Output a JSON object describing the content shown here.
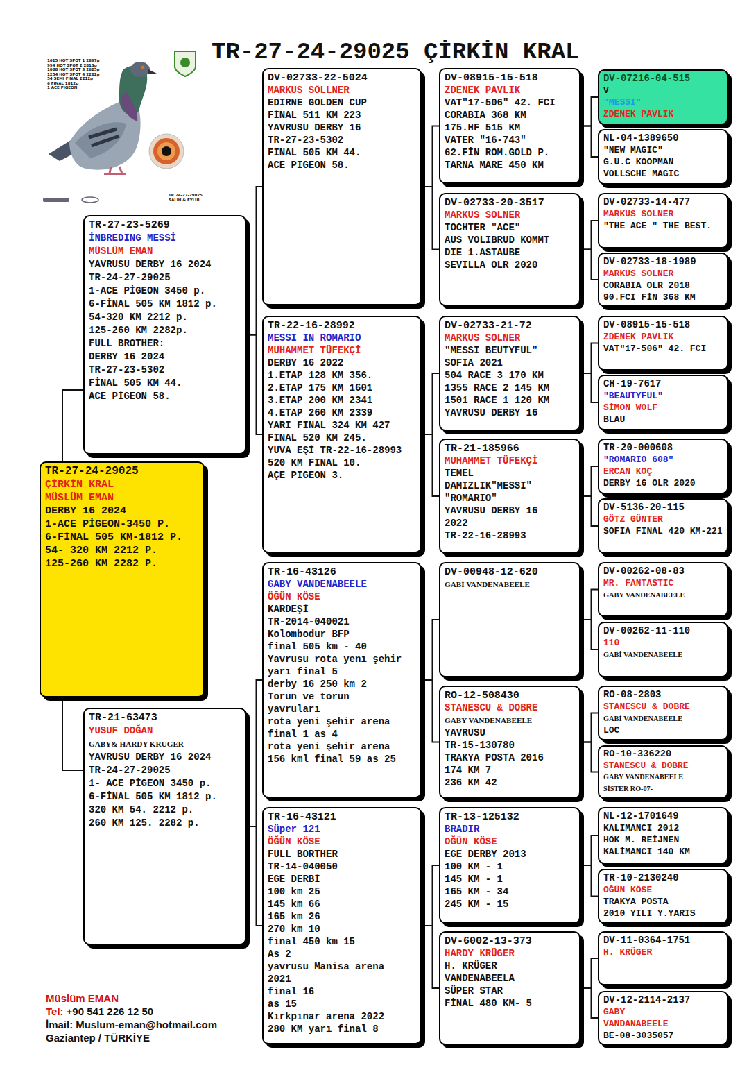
{
  "diagram": {
    "title": "TR-27-24-29025 ÇİRKİN KRAL",
    "nodes": [
      {
        "text": [
          "TR-27-24-29025",
          "ÇİRKİN KRAL",
          "MÜSLÜM EMAN",
          "DERBY 16 2024",
          "1-ACE PİGEON-3450 P.",
          "6-FİNAL 505 KM-1812 P.",
          "54- 320 KM 2212 P.",
          "125-260 KM 2282 P."
        ]
      },
      {
        "text": [
          "TR-27-23-5269",
          "İNBREDING MESSİ",
          "MÜSLÜM EMAN",
          "YAVRUSU DERBY 16 2024",
          "TR-24-27-29025",
          "1-ACE PİGEON 3450 p.",
          "6-FİNAL 505 KM 1812 p.",
          "54-320 KM 2212 p.",
          "125-260 KM 2282p.",
          "FULL BROTHER:",
          "DERBY 16 2024",
          "TR-27-23-5302",
          "FİNAL 505 KM 44.",
          "ACE PİGEON 58."
        ]
      },
      {
        "text": [
          "TR-21-63473",
          "YUSUF DOĞAN",
          "GABY& HARDY KRUGER",
          "YAVRUSU DERBY 16 2024",
          "TR-24-27-29025",
          "1- ACE PİGEON 3450 p.",
          "6-FİNAL 505 KM 1812 p.",
          "320 KM 54. 2212 p.",
          "260 KM 125. 2282 p."
        ]
      },
      {
        "text": [
          "DV-02733-22-5024",
          "MARKUS SÖLLNER",
          "EDIRNE GOLDEN CUP",
          "FİNAL 511 KM 223",
          "YAVRUSU DERBY 16",
          "TR-27-23-5302",
          "FINAL 505 KM 44.",
          "ACE PIGEON 58."
        ]
      },
      {
        "text": [
          "TR-22-16-28992",
          "MESSI IN ROMARIO",
          "MUHAMMET TÜFEKÇİ",
          "DERBY 16 2022",
          "1.ETAP 128 KM 356.",
          "2.ETAP 175 KM 1601",
          "3.ETAP 200 KM 2341",
          "4.ETAP 260 KM 2339",
          "YARI FINAL 324 KM 427",
          "FINAL 520 KM 245.",
          "YUVA EŞİ TR-22-16-28993",
          "520 KM FINAL 10.",
          "AÇE PIGEON 3."
        ]
      },
      {
        "text": [
          "TR-16-43126",
          "GABY VANDENABEELE",
          "ÖĞÜN KÖSE",
          "KARDEŞİ",
          "TR-2014-040021",
          "Kolombodur BFP",
          "final 505 km - 40",
          "Yavrusu rota yenı şehir",
          "yarı final 5",
          "derby 16 250 km 2",
          "Torun ve torun",
          "yavruları",
          "rota yeni şehir arena",
          "final 1 as 4",
          "rota yeni şehir arena",
          "156 kml final 59 as 25"
        ]
      },
      {
        "text": [
          "TR-16-43121",
          "Süper 121",
          "ÖĞÜN KÖSE",
          "FULL BORTHER",
          "TR-14-040050",
          "EGE DERBİ",
          "100 km 25",
          "145 km 66",
          "165 km 26",
          "270 km 10",
          "final 450 km 15",
          "As 2",
          "yavrusu Manisa arena",
          "2021",
          "final 16",
          "as 15",
          "Kırkpınar arena 2022",
          "280 KM yarı final 8"
        ]
      },
      {
        "text": [
          "DV-08915-15-518",
          "ZDENEK PAVLIK",
          "VAT\"17-506\" 42. FCI",
          "CORABIA 368 KM",
          "175.HF 515 KM",
          "VATER \"16-743\"",
          "62.FİN ROM.GOLD P.",
          "TARNA MARE 450 KM"
        ]
      },
      {
        "text": [
          "DV-02733-20-3517",
          "MARKUS SOLNER",
          "TOCHTER \"ACE\"",
          "AUS VOLIBRUD KOMMT",
          "DIE 1.ASTAUBE",
          "SEVILLA OLR 2020"
        ]
      },
      {
        "text": [
          "DV-02733-21-72",
          "MARKUS SOLNER",
          "\"MESSI BEUTYFUL\"",
          "SOFIA 2021",
          "504 RACE 3 170 KM",
          "1355 RACE 2 145 KM",
          "1501 RACE 1 120 KM",
          "YAVRUSU DERBY 16"
        ]
      },
      {
        "text": [
          "TR-21-185966",
          "MUHAMMET TÜFEKÇİ",
          "TEMEL",
          "DAMIZLIK\"MESSI\"",
          "\"ROMARIO\"",
          "YAVRUSU DERBY 16",
          "2022",
          "TR-22-16-28993"
        ]
      },
      {
        "text": [
          "DV-00948-12-620",
          "GABİ VANDENABEELE"
        ]
      },
      {
        "text": [
          "RO-12-508430",
          "STANESCU & DOBRE",
          "GABY VANDENABEELE",
          "YAVRUSU",
          "TR-15-130780",
          "TRAKYA POSTA 2016",
          "174 KM 7",
          "236 KM 42"
        ]
      },
      {
        "text": [
          "TR-13-125132",
          "BRADIR",
          "OĞÜN KÖSE",
          "EGE DERBY 2013",
          "100 KM - 1",
          "145 KM - 1",
          "165 KM - 34",
          "245 KM - 15"
        ]
      },
      {
        "text": [
          "DV-6002-13-373",
          "HARDY KRÜGER",
          "H. KRÜGER",
          "VANDENABEELA",
          "SÜPER STAR",
          "FİNAL 480 KM- 5"
        ]
      },
      {
        "text": [
          "DV-07216-04-515",
          "V",
          "\"MESSI\"",
          "ZDENEK PAVLIK"
        ]
      },
      {
        "text": [
          "NL-04-1389650",
          "\"NEW MAGIC\"",
          "G.U.C KOOPMAN",
          "VOLLSCHE MAGIC"
        ]
      },
      {
        "text": [
          "DV-02733-14-477",
          "MARKUS SOLNER",
          "\"THE ACE \" THE BEST."
        ]
      },
      {
        "text": [
          "DV-02733-18-1989",
          "MARKUS SOLNER",
          "CORABIA OLR 2018",
          "90.FCI FİN 368 KM"
        ]
      },
      {
        "text": [
          "DV-08915-15-518",
          "ZDENEK PAVLIK",
          "VAT\"17-506\" 42. FCI"
        ]
      },
      {
        "text": [
          "CH-19-7617",
          "\"BEAUTYFUL\"",
          "SİMON WOLF",
          "BLAU"
        ]
      },
      {
        "text": [
          "TR-20-000608",
          "\"ROMARIO 608\"",
          "ERCAN KOÇ",
          "DERBY 16 OLR 2020"
        ]
      },
      {
        "text": [
          "DV-5136-20-115",
          "GÖTZ GÜNTER",
          "SOFİA FİNAL 420 KM-221"
        ]
      },
      {
        "text": [
          "DV-00262-08-83",
          "MR. FANTASTİC",
          "GABY VANDENABEELE"
        ]
      },
      {
        "text": [
          "DV-00262-11-110",
          "110",
          "GABİ VANDENABEELE"
        ]
      },
      {
        "text": [
          "RO-08-2803",
          "STANESCU & DOBRE",
          "GABİ VANDENABEELE",
          "LOC"
        ]
      },
      {
        "text": [
          "RO-10-336220",
          "STANESCU & DOBRE",
          "GABY VANDENABEELE",
          "SİSTER RO-07-"
        ]
      },
      {
        "text": [
          "NL-12-1701649",
          "KALİMANCI 2012",
          "HOK M. REİJNEN",
          "KALİMANCI 140 KM"
        ]
      },
      {
        "text": [
          "TR-10-2130240",
          "OĞÜN KÖSE",
          "TRAKYA POSTA",
          "2010 YILI Y.YARIS"
        ]
      },
      {
        "text": [
          "DV-11-0364-1751",
          "H. KRÜGER"
        ]
      },
      {
        "text": [
          "DV-12-2114-2137",
          "GABY",
          "VANDANABEELE",
          "BE-08-3035057"
        ]
      }
    ],
    "edges": [
      {
        "from": 0,
        "to": 1,
        "arrow": "none"
      },
      {
        "from": 0,
        "to": 2,
        "arrow": "none"
      },
      {
        "from": 1,
        "to": 3,
        "arrow": "none"
      },
      {
        "from": 1,
        "to": 4,
        "arrow": "none"
      },
      {
        "from": 2,
        "to": 5,
        "arrow": "none"
      },
      {
        "from": 2,
        "to": 6,
        "arrow": "none"
      },
      {
        "from": 3,
        "to": 7,
        "arrow": "none"
      },
      {
        "from": 3,
        "to": 8,
        "arrow": "none"
      },
      {
        "from": 4,
        "to": 9,
        "arrow": "none"
      },
      {
        "from": 4,
        "to": 10,
        "arrow": "none"
      },
      {
        "from": 5,
        "to": 11,
        "arrow": "none"
      },
      {
        "from": 5,
        "to": 12,
        "arrow": "none"
      },
      {
        "from": 6,
        "to": 13,
        "arrow": "none"
      },
      {
        "from": 6,
        "to": 14,
        "arrow": "none"
      },
      {
        "from": 7,
        "to": 15,
        "arrow": "none"
      },
      {
        "from": 7,
        "to": 16,
        "arrow": "none"
      },
      {
        "from": 8,
        "to": 17,
        "arrow": "none"
      },
      {
        "from": 8,
        "to": 18,
        "arrow": "none"
      },
      {
        "from": 9,
        "to": 19,
        "arrow": "none"
      },
      {
        "from": 9,
        "to": 20,
        "arrow": "none"
      },
      {
        "from": 10,
        "to": 21,
        "arrow": "none"
      },
      {
        "from": 10,
        "to": 22,
        "arrow": "none"
      },
      {
        "from": 11,
        "to": 23,
        "arrow": "none"
      },
      {
        "from": 11,
        "to": 24,
        "arrow": "none"
      },
      {
        "from": 12,
        "to": 25,
        "arrow": "none"
      },
      {
        "from": 12,
        "to": 26,
        "arrow": "none"
      },
      {
        "from": 13,
        "to": 27,
        "arrow": "none"
      },
      {
        "from": 13,
        "to": 28,
        "arrow": "none"
      },
      {
        "from": 14,
        "to": 29,
        "arrow": "none"
      },
      {
        "from": 14,
        "to": 30,
        "arrow": "none"
      }
    ],
    "labels": [
      "1615 HOT SPOT 1 2897p",
      "994 HOT SPOT 2 2813p",
      "1088 HOT SPOT 3 2625p",
      "1254 HOT SPOT 4 2282p",
      "54 SEMI FINAL 2212p",
      "6 FINAL 1812p",
      "1 ACE PIGEON",
      "TR 24-27-29025",
      "SALİH & EYLÜL",
      "Müslüm EMAN",
      "Tel:",
      "+90 541 226 12 50",
      "İmail:",
      "Muslum-eman@hotmail.com",
      "Gaziantep / TÜRKİYE"
    ]
  }
}
